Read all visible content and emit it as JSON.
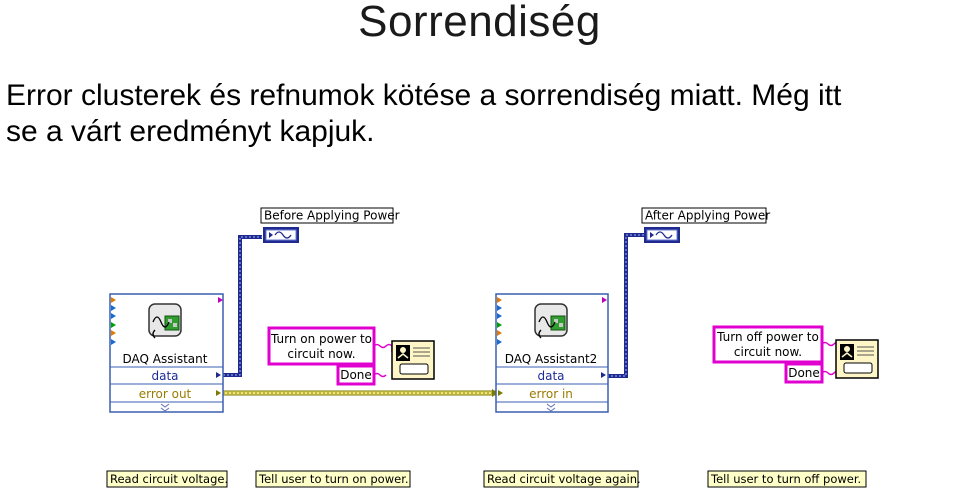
{
  "slide": {
    "title": "Sorrendiség",
    "body_line1": "Error clusterek és refnumok kötése a sorrendiség miatt. Még itt",
    "body_line2": "se a várt eredményt kapjuk."
  },
  "diagram": {
    "indicators": [
      {
        "label": "Before Applying Power"
      },
      {
        "label": "After Applying Power"
      }
    ],
    "daq_blocks": [
      {
        "name": "DAQ Assistant",
        "output": "data",
        "error_terminal": "error out"
      },
      {
        "name": "DAQ Assistant2",
        "output": "data",
        "error_terminal": "error in"
      }
    ],
    "dialogs": [
      {
        "message_line1": "Turn on power to",
        "message_line2": "circuit now.",
        "button": "Done"
      },
      {
        "message_line1": "Turn off power to",
        "message_line2": "circuit now.",
        "button": "Done"
      }
    ],
    "comments": [
      "Read circuit voltage.",
      "Tell user to turn on power.",
      "Read circuit voltage again.",
      "Tell user to turn off power."
    ],
    "colors": {
      "error_wire": "#8a8a00",
      "waveform_wire": "#1f2a8f",
      "string_constant": "#e000d0",
      "daq_border": "#3a5fb0",
      "terminal_text": "#1d2b9a",
      "error_text": "#9a7b00",
      "comment_bg": "#ffffc8"
    }
  }
}
